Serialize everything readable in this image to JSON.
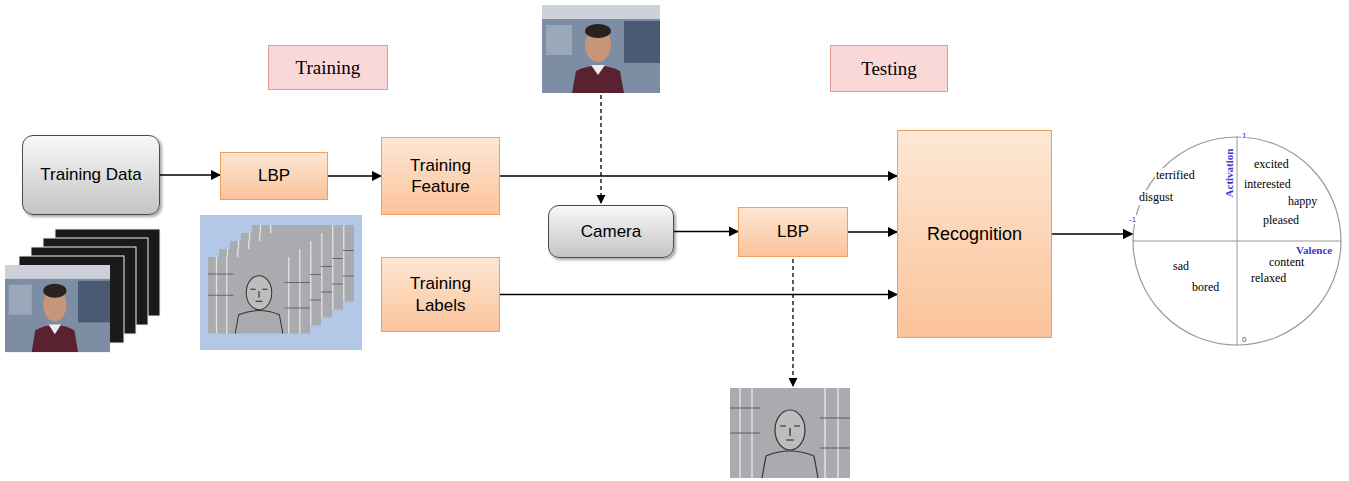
{
  "diagram": {
    "nodes": [
      {
        "text": [
          "Training Data"
        ]
      },
      {
        "text": [
          "Training"
        ]
      },
      {
        "text": [
          "LBP"
        ],
        "in": 1
      },
      {
        "text": [
          "Training Feature"
        ],
        "in": 1
      },
      {
        "text": [
          "Training Labels"
        ],
        "in": 1
      },
      {
        "text": [
          "Camera"
        ]
      },
      {
        "text": [
          "Testing"
        ]
      },
      {
        "text": [
          "LBP"
        ],
        "in": 6
      },
      {
        "text": [
          "Recognition"
        ],
        "in": 6
      },
      {
        "text": [
          "Activation",
          "Valence",
          "terrified",
          "disgust",
          "excited",
          "interested",
          "happy",
          "pleased",
          "sad",
          "bored",
          "content",
          "relaxed",
          "1",
          "-1",
          "0"
        ]
      }
    ],
    "edges": [
      {
        "from": 0,
        "to": 2,
        "arrow": "to"
      },
      {
        "from": 2,
        "to": 3,
        "arrow": "to"
      },
      {
        "from": 3,
        "to": 8,
        "arrow": "to"
      },
      {
        "from": 4,
        "to": 8,
        "arrow": "to"
      },
      {
        "from": 5,
        "to": 7,
        "arrow": "to"
      },
      {
        "from": 7,
        "to": 8,
        "arrow": "to"
      },
      {
        "from": 8,
        "to": 9,
        "arrow": "to"
      }
    ]
  }
}
